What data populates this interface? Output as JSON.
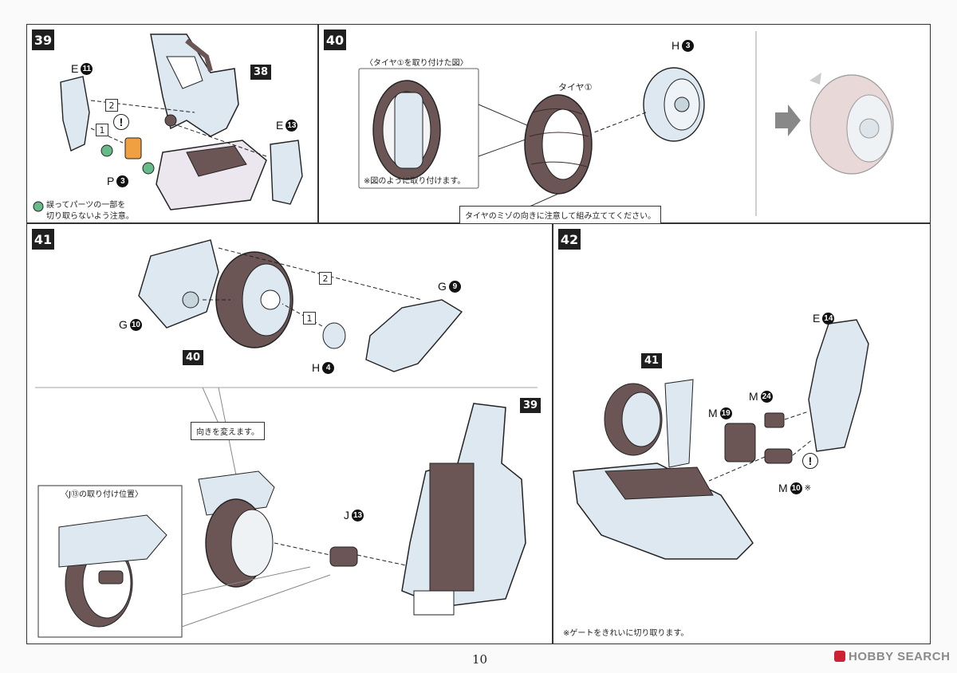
{
  "steps": {
    "s39": {
      "num": "39",
      "ref38": "38",
      "e11_letter": "E",
      "e11_num": "11",
      "e13_letter": "E",
      "e13_num": "13",
      "p3_letter": "P",
      "p3_num": "3",
      "step1": "1",
      "step2": "2",
      "warn": "!",
      "note": "誤ってパーツの一部を\n切り取らないよう注意。"
    },
    "s40": {
      "num": "40",
      "callout_title": "〈タイヤ①を取り付けた図〉",
      "callout_note": "※図のように取り付けます。",
      "tire_label": "タイヤ①",
      "h3_letter": "H",
      "h3_num": "3",
      "bottom_note": "タイヤのミゾの向きに注意して組み立ててください。"
    },
    "s41": {
      "num": "41",
      "g10_letter": "G",
      "g10_num": "10",
      "g9_letter": "G",
      "g9_num": "9",
      "h4_letter": "H",
      "h4_num": "4",
      "ref40": "40",
      "ref39": "39",
      "step1": "1",
      "step2": "2",
      "direction_note": "向きを変えます。",
      "inset_title": "〈J⑬の取り付け位置〉",
      "j13_letter": "J",
      "j13_num": "13"
    },
    "s42": {
      "num": "42",
      "ref41": "41",
      "e14_letter": "E",
      "e14_num": "14",
      "m24_letter": "M",
      "m24_num": "24",
      "m19_letter": "M",
      "m19_num": "19",
      "m10_letter": "M",
      "m10_num": "10",
      "m10_mark": "※",
      "warn": "!",
      "note": "※ゲートをきれいに切り取ります。"
    }
  },
  "footer": {
    "page": "10",
    "watermark": "HOBBY SEARCH"
  },
  "colors": {
    "part_blue": "#dde8f0",
    "part_brown": "#6b5555",
    "outline": "#222222",
    "warn_orange": "#f0a040"
  }
}
